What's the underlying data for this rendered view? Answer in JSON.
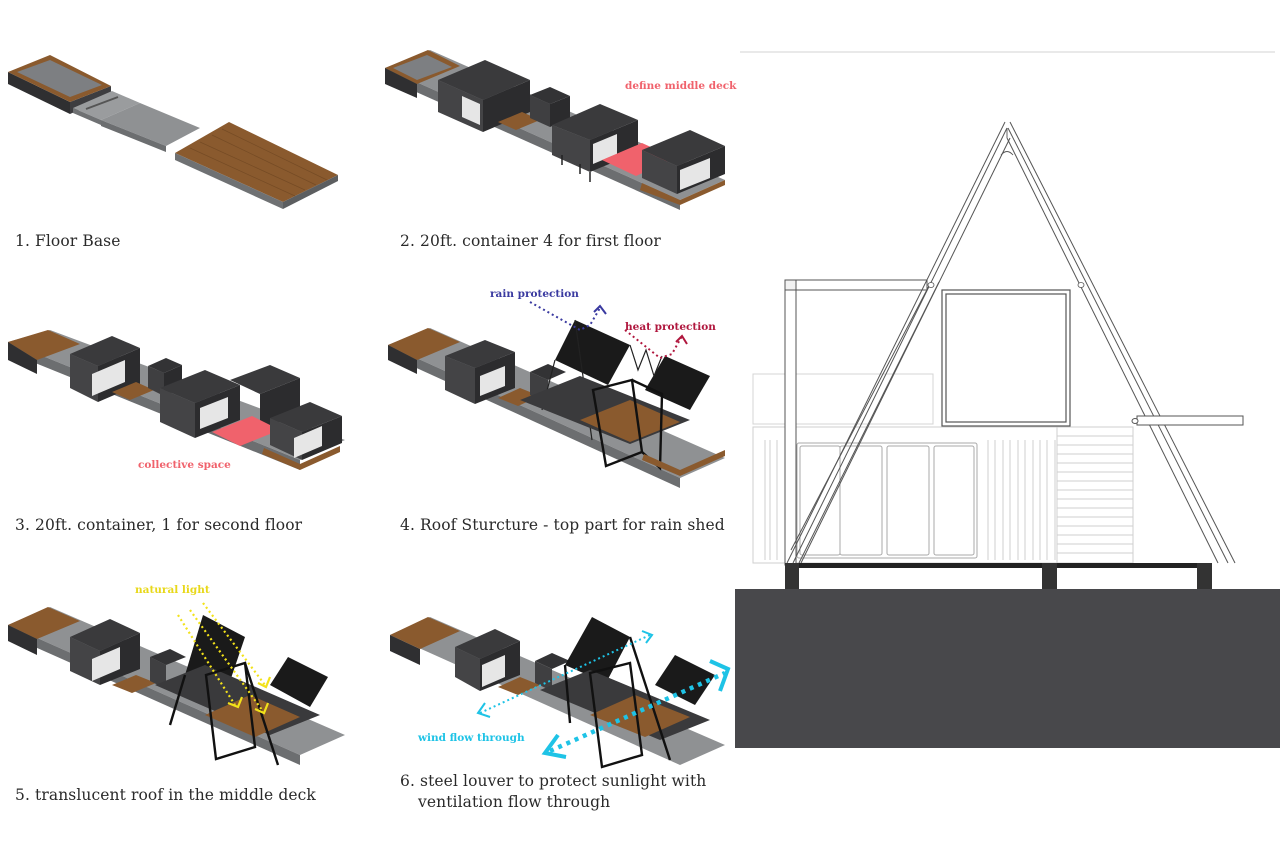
{
  "colors": {
    "pink_accent": "#f0626c",
    "rain_blue": "#3a3aa0",
    "heat_red": "#b0173e",
    "light_yellow": "#f2e21a",
    "wind_cyan": "#1ec3e6",
    "wood": "#8a5a2e",
    "container_dark": "#3a3a3c",
    "ground": "#48484b",
    "caption_text": "#2a2a2a"
  },
  "steps": [
    {
      "label": "1. Floor Base",
      "annotations": []
    },
    {
      "label": "2. 20ft. container 4 for first floor",
      "annotations": [
        {
          "text": "define middle deck",
          "color_key": "pink_accent"
        }
      ]
    },
    {
      "label": "3. 20ft. container, 1 for second floor",
      "annotations": [
        {
          "text": "collective space",
          "color_key": "pink_accent"
        }
      ]
    },
    {
      "label": "4. Roof Sturcture - top part for rain shed",
      "annotations": [
        {
          "text": "rain protection",
          "color_key": "rain_blue"
        },
        {
          "text": "heat protection",
          "color_key": "heat_red"
        }
      ]
    },
    {
      "label": "5. translucent roof in the middle deck",
      "annotations": [
        {
          "text": "natural light",
          "color_key": "light_yellow"
        }
      ]
    },
    {
      "label_line1": "6. steel louver to protect sunlight with",
      "label_line2": "ventilation flow through",
      "annotations": [
        {
          "text": "wind flow through",
          "color_key": "wind_cyan"
        }
      ]
    }
  ],
  "elevation": {
    "title": "",
    "description": "A-frame container house side elevation"
  }
}
